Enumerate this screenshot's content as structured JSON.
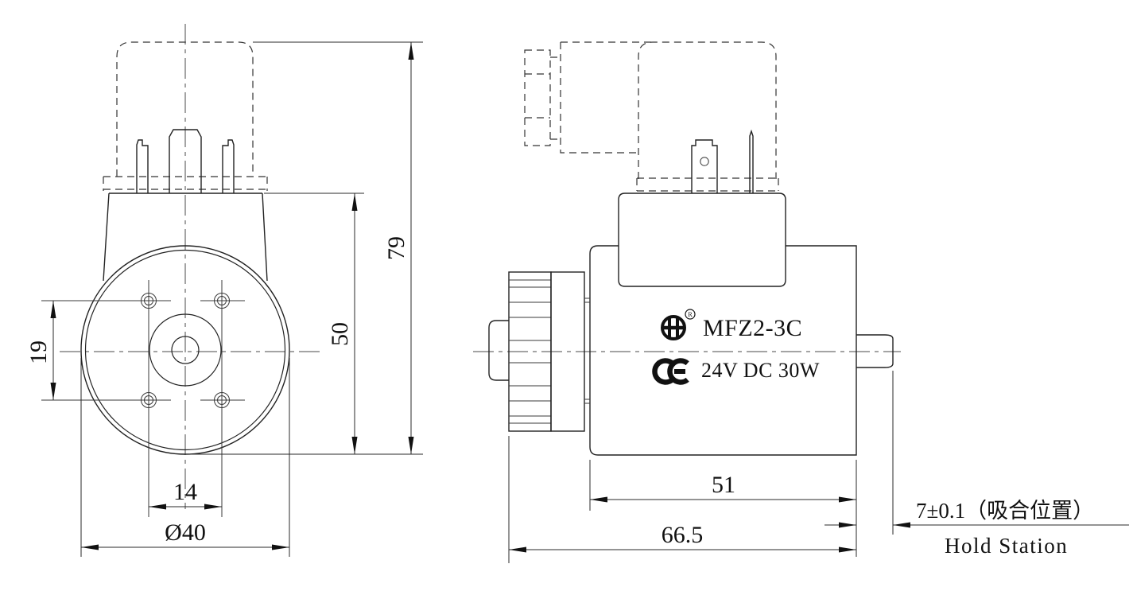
{
  "drawing": {
    "product": {
      "model": "MFZ2-3C",
      "rating": "24V DC 30W",
      "registered": "R"
    },
    "dims": {
      "front": {
        "total_height": "79",
        "body_height": "50",
        "hole_pitch_v": "19",
        "hole_pitch_h": "14",
        "flange_dia": "Ø40"
      },
      "side": {
        "coil_length": "51",
        "total_length": "66.5",
        "stroke": "7±0.1（吸合位置）",
        "stroke_label_en": "Hold Station"
      }
    },
    "colors": {
      "line": "#222222",
      "text": "#111111",
      "background": "#ffffff"
    }
  }
}
